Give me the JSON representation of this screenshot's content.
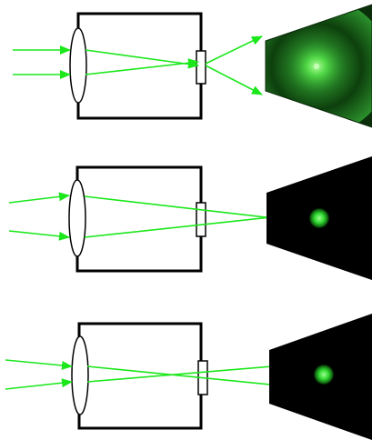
{
  "colors": {
    "ray": "#1be71b",
    "frame": "#000000",
    "background": "#ffffff",
    "screen_dark": "#000000",
    "spot_bright": "#9cff8e",
    "spot_mid": "#2fd62f",
    "fringe_dark": "#0c3f0c",
    "fringe_light": "#37b437"
  },
  "panels": [
    {
      "pattern": "concentric-interference-rings",
      "rays": "diverging-after-pinhole",
      "screen": "green-ring-pattern"
    },
    {
      "pattern": "single-focused-spot",
      "rays": "converging-through-slit",
      "screen": "dark-with-one-spot"
    },
    {
      "pattern": "single-focused-spot",
      "rays": "near-parallel-through-slit",
      "screen": "dark-with-one-spot"
    }
  ]
}
